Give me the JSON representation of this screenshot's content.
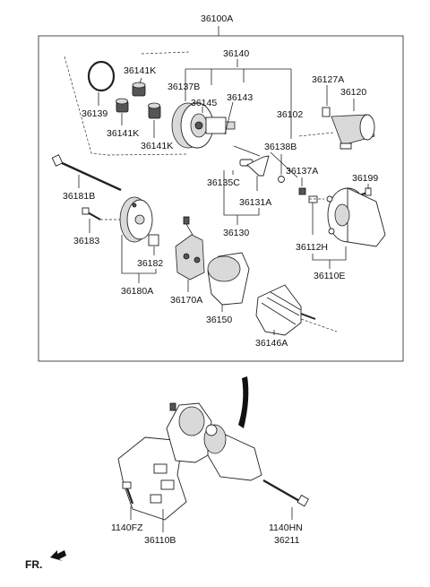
{
  "labels": {
    "assembly": "36100A",
    "bracket_top": "36140",
    "p36141k_a": "36141K",
    "p36139": "36139",
    "p36141k_b": "36141K",
    "p36141k_c": "36141K",
    "p36137b": "36137B",
    "p36145": "36145",
    "p36143": "36143",
    "p36127a": "36127A",
    "p36120": "36120",
    "p36102": "36102",
    "p36138b": "36138B",
    "p36137a": "36137A",
    "p36135c": "36135C",
    "p36131a": "36131A",
    "p36130": "36130",
    "p36199": "36199",
    "p36181b": "36181B",
    "p36183": "36183",
    "p36182": "36182",
    "p36180a": "36180A",
    "p36170a": "36170A",
    "p36150": "36150",
    "p36112h": "36112H",
    "p36110e": "36110E",
    "p36146a": "36146A",
    "p1140fz": "1140FZ",
    "p36110b": "36110B",
    "p1140hn": "1140HN",
    "p36211": "36211",
    "front": "FR."
  }
}
